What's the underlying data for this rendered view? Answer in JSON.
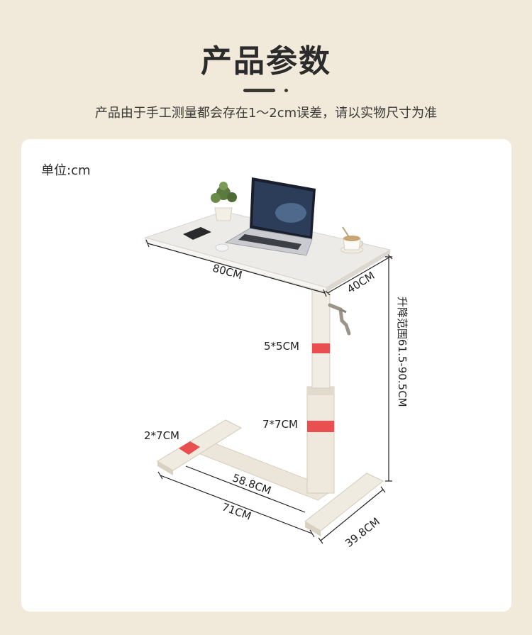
{
  "header": {
    "title": "产品参数",
    "subtitle": "产品由于手工测量都会存在1～2cm误差，请以实物尺寸为准"
  },
  "unit_label": "单位:cm",
  "dimensions": {
    "width": "80CM",
    "depth": "40CM",
    "column_upper": "5*5CM",
    "column_lower": "7*7CM",
    "foot": "2*7CM",
    "base_inner": "58.8CM",
    "base_outer": "71CM",
    "base_depth": "39.8CM",
    "height_range": "升降范围61.5-90.5CM"
  },
  "colors": {
    "background": "#f1e9da",
    "card": "#ffffff",
    "accent_red": "#e94f4f",
    "table_top": "#ecebe7",
    "frame": "#e6dfd2"
  }
}
